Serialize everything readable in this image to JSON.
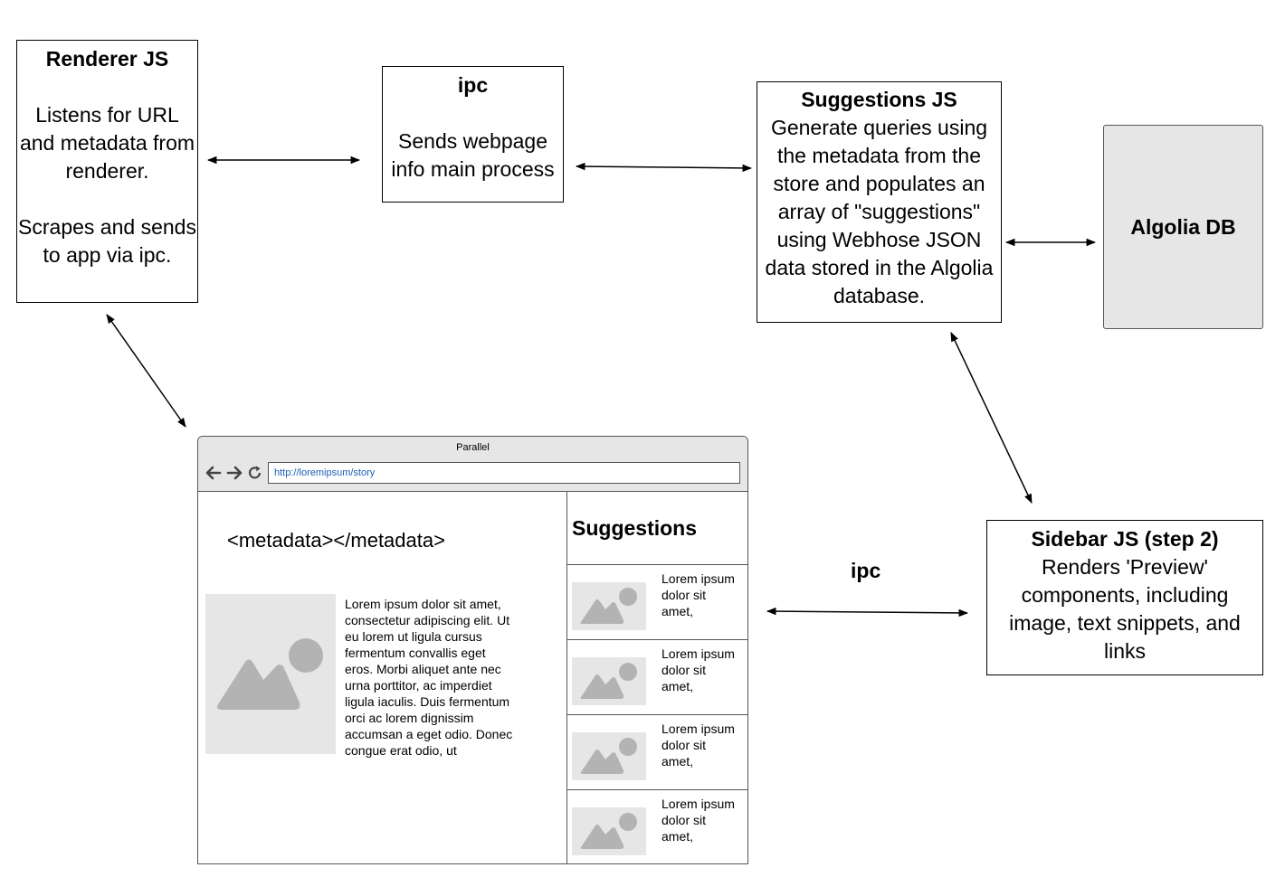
{
  "boxes": {
    "renderer": {
      "title": "Renderer JS",
      "body": "Listens for URL and metadata from renderer.\n\nScrapes and sends to app via ipc."
    },
    "ipc": {
      "title": "ipc",
      "body": "Sends webpage info main process"
    },
    "suggestions": {
      "title": "Suggestions JS",
      "body": "Generate queries using the metadata from the store and populates an array of \"suggestions\" using Webhose JSON data stored in the Algolia database."
    },
    "algolia": {
      "title": "Algolia DB"
    },
    "sidebar_js": {
      "title": "Sidebar JS (step 2)",
      "body": "Renders 'Preview' components, including image, text snippets, and links"
    }
  },
  "ipc_label": "ipc",
  "browser": {
    "window_title": "Parallel",
    "url": "http://loremipsum/story",
    "metadata_tag": "<metadata></metadata>",
    "article_text": "Lorem ipsum dolor sit amet, consectetur adipiscing elit. Ut eu lorem ut ligula cursus fermentum convallis eget eros. Morbi aliquet ante nec urna porttitor, ac imperdiet ligula iaculis. Duis fermentum orci ac lorem dignissim accumsan a eget odio. Donec congue erat odio, ut",
    "sidebar_title": "Suggestions",
    "cards": [
      {
        "text": "Lorem ipsum\ndolor sit\namet,"
      },
      {
        "text": "Lorem ipsum\ndolor sit\namet,"
      },
      {
        "text": "Lorem ipsum\ndolor sit\namet,"
      },
      {
        "text": "Lorem ipsum\ndolor sit\namet,"
      }
    ]
  },
  "colors": {
    "algolia_fill": "#e6e6e6",
    "placeholder_fill": "#e6e6e6",
    "placeholder_shape": "#b3b3b3",
    "url_text": "#1a5fb4"
  },
  "icons": [
    "back-arrow-icon",
    "forward-arrow-icon",
    "reload-icon",
    "image-placeholder-icon"
  ]
}
